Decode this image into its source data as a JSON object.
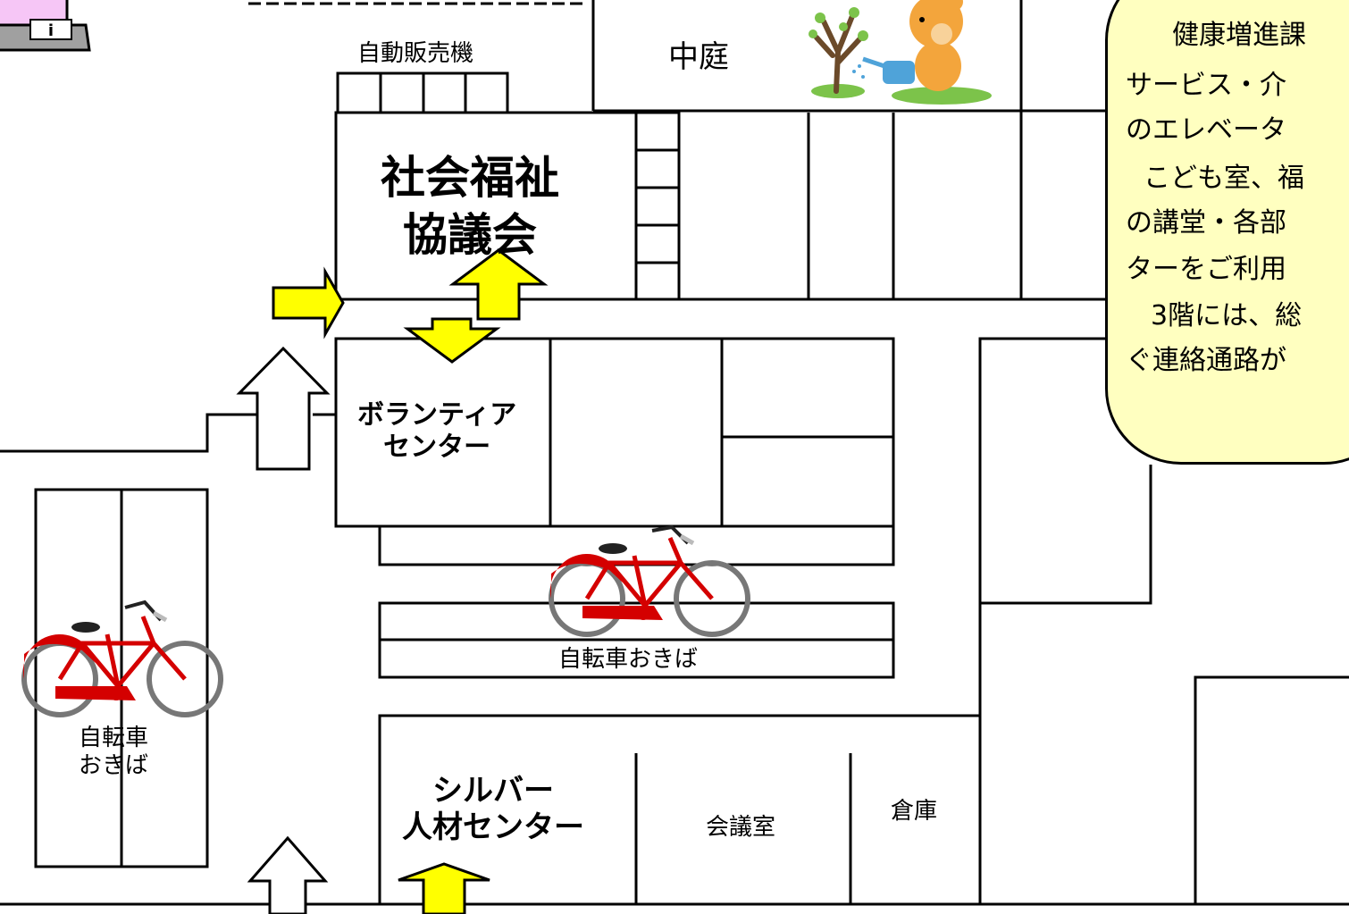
{
  "map": {
    "labels": {
      "vending": "自動販売機",
      "courtyard": "中庭",
      "council": "社会福祉\n協議会",
      "volunteer": "ボランティア\nセンター",
      "bike_parking_center": "自転車おきば",
      "bike_parking_left": "自転車\nおきば",
      "silver": "シルバー\n人材センター",
      "meeting_room": "会議室",
      "storage": "倉庫"
    },
    "info_note": {
      "lines": [
        "健康増進課",
        "サービス・介",
        "のエレベータ",
        "こども室、福",
        "の講堂・各部",
        "ターをご利用",
        "3階には、総",
        "ぐ連絡通路が"
      ]
    },
    "colors": {
      "arrow_yellow": "#ffff00",
      "note_bg": "#ffffc0",
      "bicycle_red": "#d40000",
      "walls": "#000000"
    },
    "icons": [
      "info-desk-icon",
      "tree-icon",
      "bear-watering-icon",
      "bicycle-icon"
    ]
  }
}
